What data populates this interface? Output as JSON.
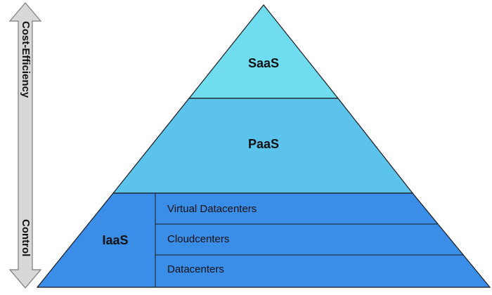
{
  "axis": {
    "top_label": "Cost-Efficiency",
    "bottom_label": "Control"
  },
  "tiers": {
    "saas": {
      "label": "SaaS",
      "color": "#6fdcef"
    },
    "paas": {
      "label": "PaaS",
      "color": "#5cc4ec"
    },
    "iaas": {
      "label": "IaaS",
      "color": "#3a8ee8",
      "layers": [
        {
          "label": "Virtual Datacenters"
        },
        {
          "label": "Cloudcenters"
        },
        {
          "label": "Datacenters"
        }
      ]
    }
  },
  "colors": {
    "outline": "#1a1a1a",
    "arrow_fill": "#d8d8d8",
    "arrow_stroke": "#7a7a7a"
  }
}
